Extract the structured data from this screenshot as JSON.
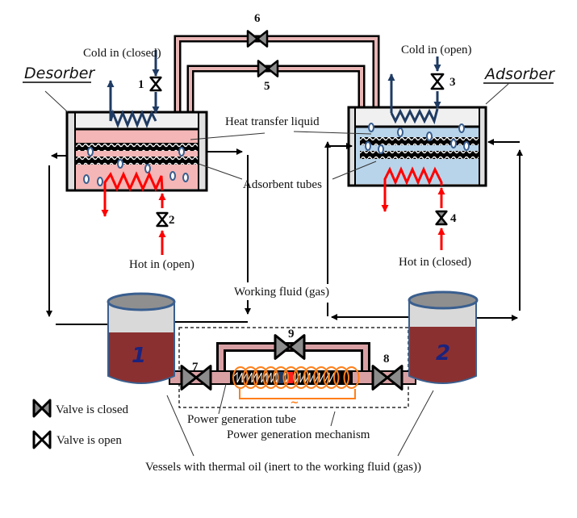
{
  "diagram": {
    "desorber": {
      "title": "Desorber"
    },
    "adsorber": {
      "title": "Adsorber"
    },
    "labels": {
      "cold_in_closed": "Cold in (closed)",
      "cold_in_open": "Cold in (open)",
      "hot_in_open": "Hot in (open)",
      "hot_in_closed": "Hot in (closed)",
      "heat_transfer_liquid": "Heat transfer liquid",
      "adsorbent_tubes": "Adsorbent tubes",
      "working_fluid": "Working fluid (gas)",
      "power_generation_tube": "Power generation tube",
      "power_generation_mechanism": "Power generation mechanism",
      "vessels_caption": "Vessels with thermal oil (inert to the working fluid (gas))"
    },
    "valves": [
      {
        "id": "1",
        "state": "open"
      },
      {
        "id": "2",
        "state": "open"
      },
      {
        "id": "3",
        "state": "open"
      },
      {
        "id": "4",
        "state": "closed"
      },
      {
        "id": "5",
        "state": "closed"
      },
      {
        "id": "6",
        "state": "closed"
      },
      {
        "id": "7",
        "state": "closed"
      },
      {
        "id": "8",
        "state": "closed"
      },
      {
        "id": "9",
        "state": "closed"
      }
    ],
    "vessels": [
      {
        "id": "1"
      },
      {
        "id": "2"
      }
    ],
    "ac_symbol": "~",
    "legend": [
      {
        "icon": "valve-closed-icon",
        "label": "Valve is closed"
      },
      {
        "icon": "valve-open-icon",
        "label": "Valve is open"
      }
    ],
    "colors": {
      "desorber_liquid": "#f4b6b6",
      "adsorber_liquid": "#b8d4ea",
      "cold_line": "#1f3b63",
      "hot_line": "#ff0000",
      "oil": "#8b3030",
      "vessel_outline": "#3a5f8f",
      "coil": "#ff7f1a",
      "pipe_fill": "#e8b4b4",
      "valve_closed_fill": "#8c8c8c"
    }
  }
}
